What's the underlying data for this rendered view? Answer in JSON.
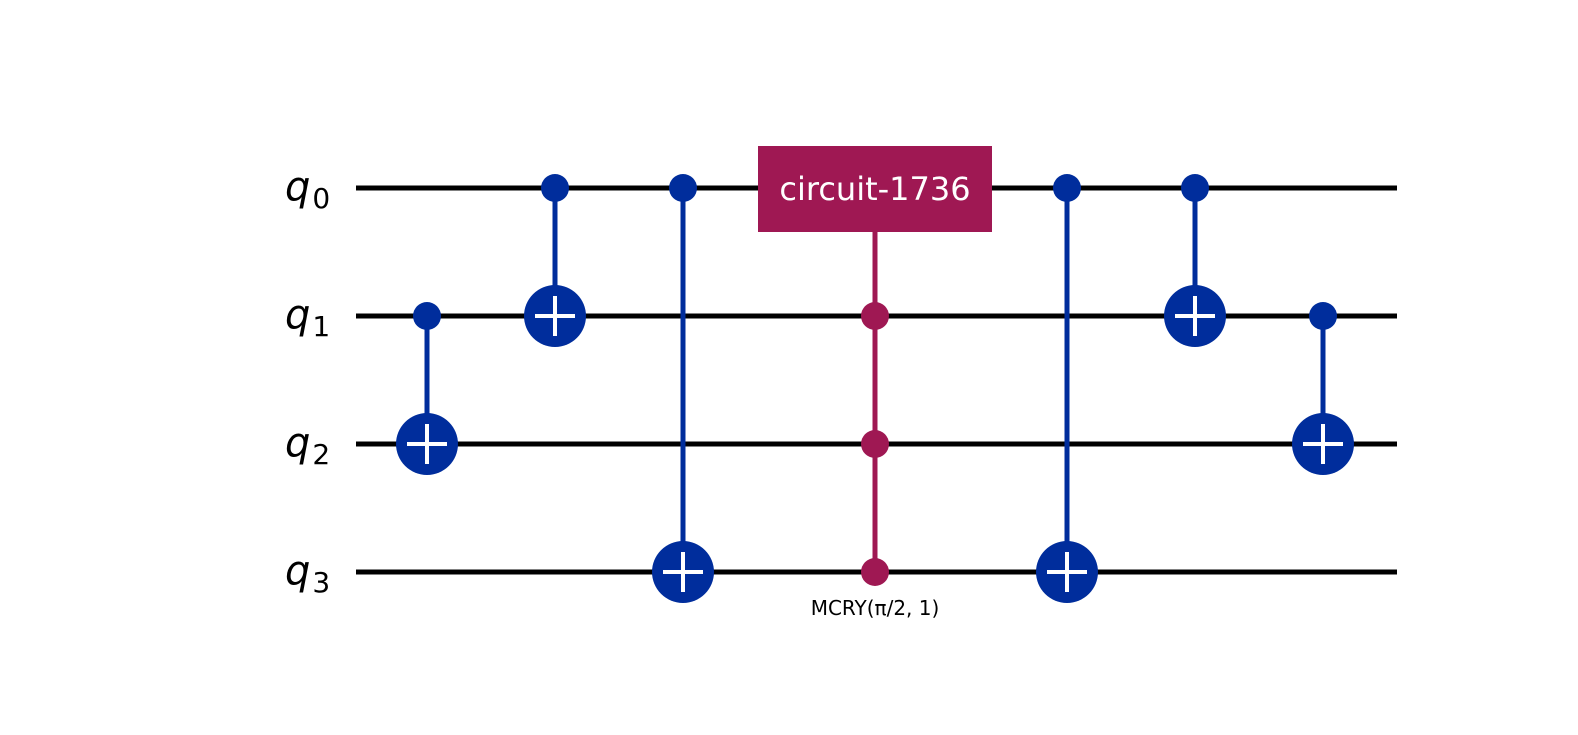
{
  "colors": {
    "wire": "#000000",
    "cnot": "#002D9C",
    "custom": "#9F1853",
    "symbol": "#FFFFFF"
  },
  "qubits": [
    {
      "name": "q",
      "index": "0"
    },
    {
      "name": "q",
      "index": "1"
    },
    {
      "name": "q",
      "index": "2"
    },
    {
      "name": "q",
      "index": "3"
    }
  ],
  "gates": [
    {
      "type": "cx",
      "column": 0,
      "control": 1,
      "target": 2
    },
    {
      "type": "cx",
      "column": 1,
      "control": 0,
      "target": 1
    },
    {
      "type": "cx",
      "column": 2,
      "control": 0,
      "target": 3
    },
    {
      "type": "mcry",
      "column": 3,
      "target": 0,
      "controls": [
        1,
        2,
        3
      ],
      "label": "circuit-1736",
      "sublabel": "MCRY(π/2, 1)"
    },
    {
      "type": "cx",
      "column": 4,
      "control": 0,
      "target": 3
    },
    {
      "type": "cx",
      "column": 5,
      "control": 0,
      "target": 1
    },
    {
      "type": "cx",
      "column": 6,
      "control": 1,
      "target": 2
    }
  ]
}
